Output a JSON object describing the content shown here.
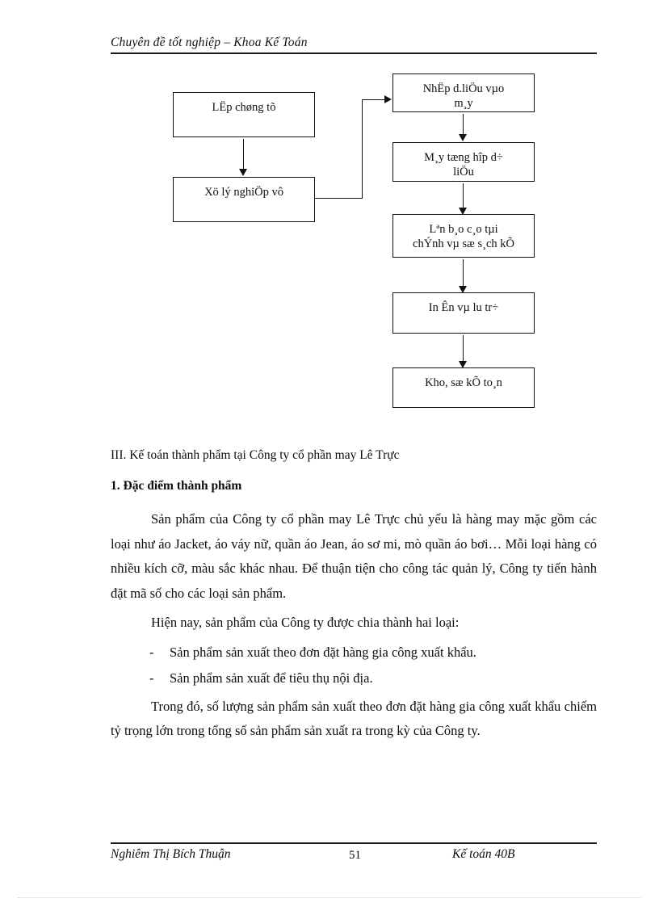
{
  "header": {
    "text": "Chuyên đề tốt nghiệp – Khoa Kế Toán"
  },
  "flowchart": {
    "boxes": [
      {
        "id": "lap-chung-tu",
        "line1": "LËp chøng tõ",
        "line2": ""
      },
      {
        "id": "xu-ly-nghiep-vu",
        "line1": "Xö lý nghiÖp vô",
        "line2": ""
      },
      {
        "id": "nhap-du-lieu",
        "line1": "NhËp d.liÖu vµo",
        "line2": "m¸y"
      },
      {
        "id": "may-tong-hop",
        "line1": "M¸y tæng hîp d÷",
        "line2": "liÖu"
      },
      {
        "id": "len-bao-cao",
        "line1": "Lªn b¸o c¸o tµi",
        "line2": "chÝnh vµ sæ s¸ch kÕ"
      },
      {
        "id": "in-an-luu-tru",
        "line1": "In Ên vµ lu  tr÷",
        "line2": ""
      },
      {
        "id": "kho-so-ke-toan",
        "line1": "Kho, sæ kÕ to¸n",
        "line2": ""
      }
    ]
  },
  "content": {
    "section_heading": "III. Kế toán thành phẩm tại Công ty cổ phần may Lê Trực",
    "sub_heading": "1. Đặc điểm thành phẩm",
    "paragraph_1": "Sản phẩm của Công ty cổ phần may Lê Trực chủ yếu là hàng may mặc gồm các loại như áo Jacket, áo váy nữ, quần áo Jean, áo sơ mi, mò quần áo bơi… Mỗi loại hàng có nhiều kích cỡ, màu sắc khác nhau. Để thuận tiện cho công tác quản lý, Công ty tiến hành đặt mã số cho các loại sản phẩm.",
    "paragraph_2": "Hiện nay, sản phẩm của Công ty được chia thành hai loại:",
    "bullet_marker": "-",
    "bullets": [
      "Sản phẩm sản xuất theo đơn đặt hàng gia công xuất khẩu.",
      "Sản phẩm sản xuất để tiêu thụ nội địa."
    ],
    "paragraph_3": "Trong đó, số lượng sản phẩm sản xuất theo đơn đặt hàng gia công xuất khẩu chiếm tỷ trọng lớn trong tổng số sản phẩm sản xuất ra trong kỳ của Công ty."
  },
  "footer": {
    "author": "Nghiêm Thị Bích Thuận",
    "page_number": "51",
    "course": "Kế toán 40B"
  }
}
